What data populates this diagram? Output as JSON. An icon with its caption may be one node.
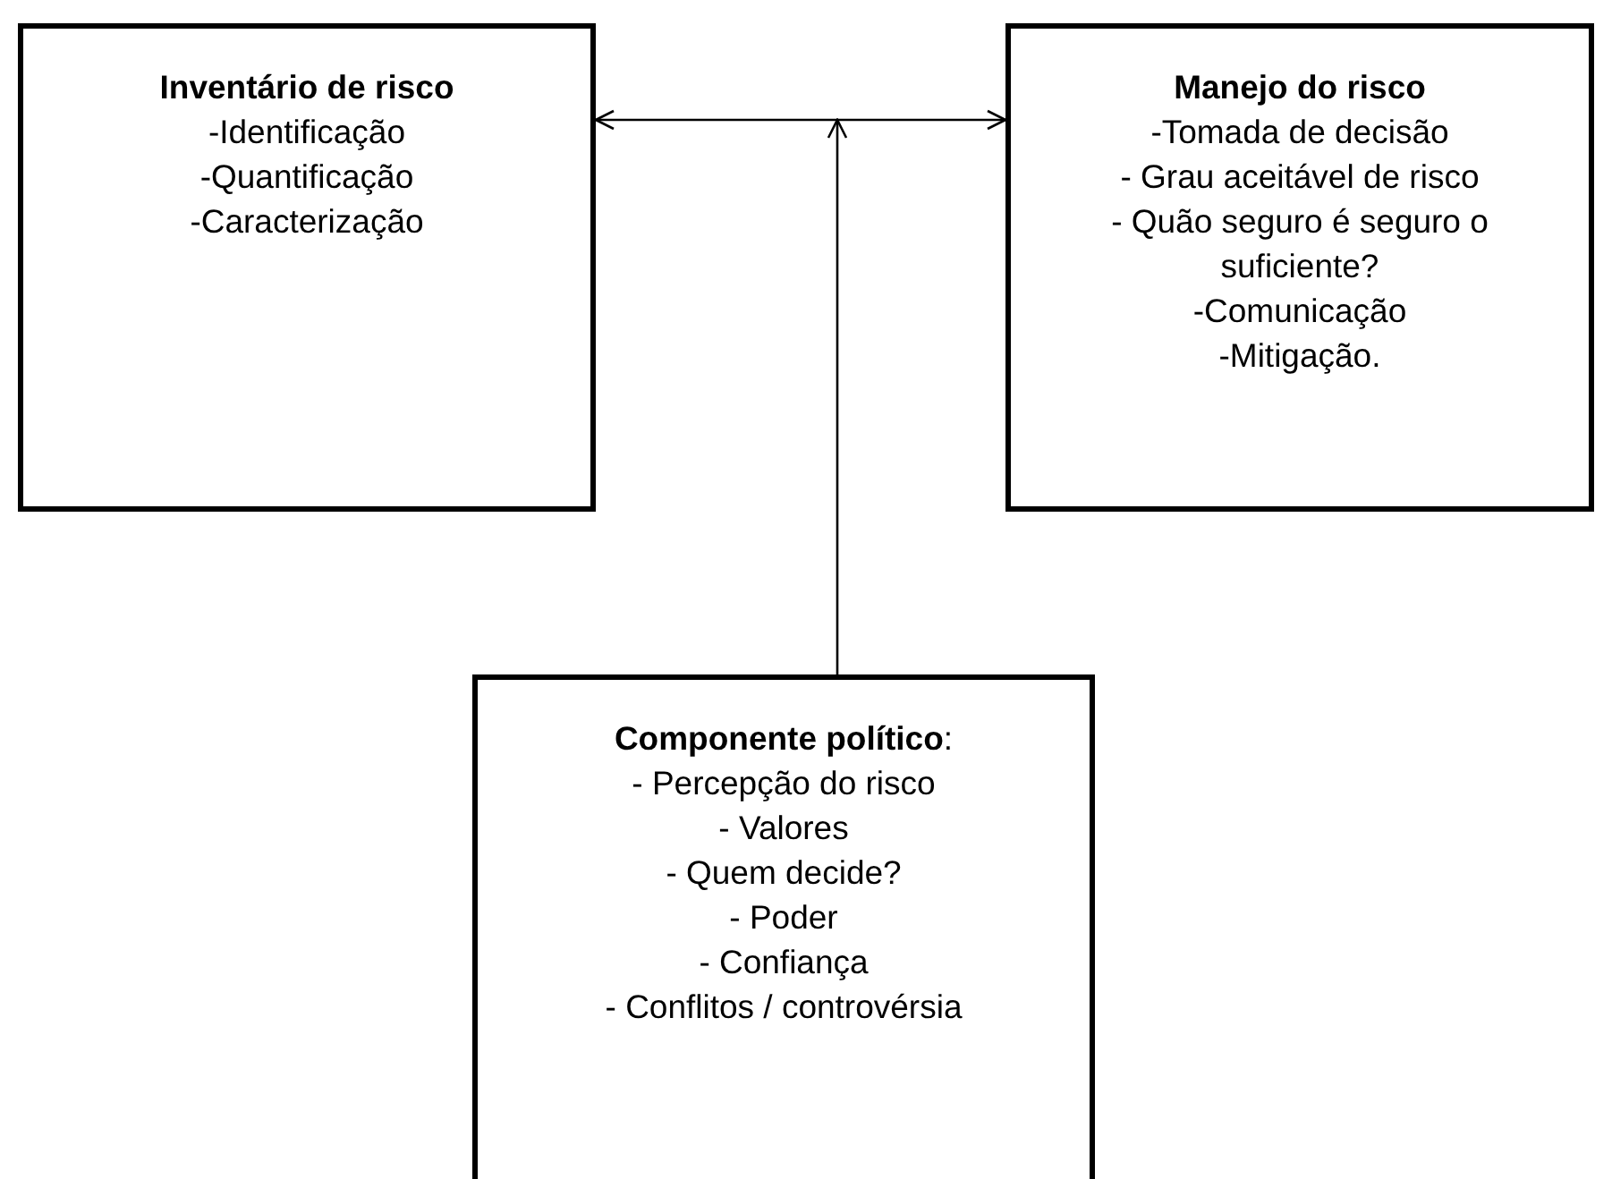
{
  "diagram": {
    "nodes": [
      {
        "text": [
          "Inventário de risco",
          "-Identificação",
          "-Quantificação",
          "-Caracterização"
        ]
      },
      {
        "text": [
          "Manejo do risco",
          "-Tomada de decisão",
          "- Grau aceitável de risco",
          "- Quão seguro é seguro o suficiente?",
          "-Comunicação",
          "-Mitigação."
        ]
      },
      {
        "text": [
          "**Componente político**:",
          "- Percepção do risco",
          "- Valores",
          "- Quem decide?",
          "- Poder",
          "- Confiança",
          "- Conflitos / controvérsia"
        ]
      }
    ],
    "edges": [
      {
        "from": 0,
        "to": 1,
        "arrow": "both"
      },
      {
        "from": 2,
        "to": null,
        "arrow": "to"
      }
    ]
  }
}
